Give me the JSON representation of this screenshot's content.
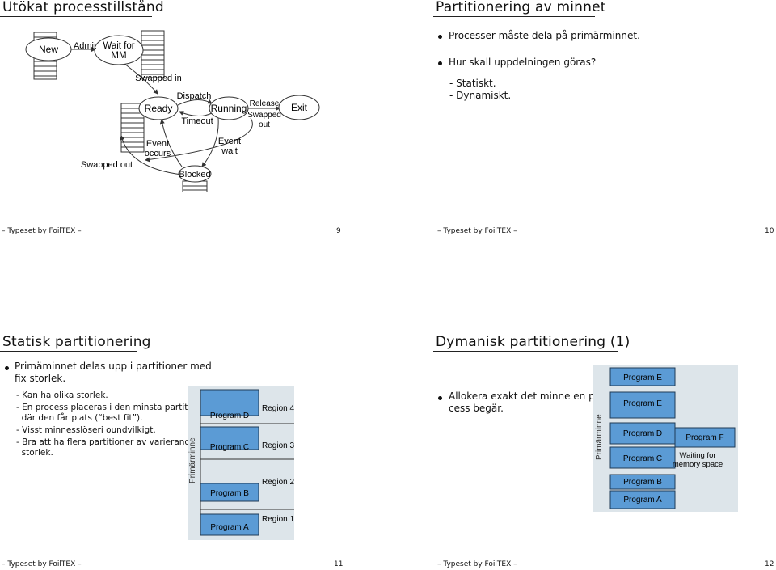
{
  "slides": {
    "tl": {
      "title": "Utökat processtillstånd",
      "footer": "– Typeset by FoilTEX –",
      "page": "9",
      "diagram": {
        "states": {
          "new": "New",
          "wait_mm_1": "Wait for",
          "wait_mm_2": "MM",
          "ready": "Ready",
          "running": "Running",
          "exit": "Exit",
          "blocked": "Blocked"
        },
        "labels": {
          "admit": "Admit",
          "swapped_in": "Swapped in",
          "dispatch": "Dispatch",
          "timeout": "Timeout",
          "release": "Release",
          "swapped_out_1": "Swapped",
          "swapped_out_2": "out",
          "event_occurs_1": "Event",
          "event_occurs_2": "occurs",
          "event_wait_1": "Event",
          "event_wait_2": "wait",
          "swapped_out": "Swapped out"
        }
      }
    },
    "tr": {
      "title": "Partitionering av minnet",
      "footer": "– Typeset by FoilTEX –",
      "page": "10",
      "bullets": [
        "Processer måste dela på primärminnet.",
        "Hur skall uppdelningen göras?"
      ],
      "subs": [
        "- Statiskt.",
        "- Dynamiskt."
      ]
    },
    "bl": {
      "title": "Statisk partitionering",
      "footer": "– Typeset by FoilTEX –",
      "page": "11",
      "bullet_1": "Primäminnet delas upp i partitioner med",
      "bullet_2": "fix storlek.",
      "subs": [
        "- Kan ha olika storlek.",
        "- En process placeras i den minsta partitionen",
        "  där den får plats (“best fit”).",
        "- Visst minnesslöseri oundvilkigt.",
        "- Bra att ha flera partitioner av varierande",
        "  storlek."
      ],
      "figure": {
        "side_label": "Primärminne",
        "programs": [
          "Program D",
          "Program C",
          "Program B",
          "Program A"
        ],
        "regions": [
          "Region 4",
          "Region 3",
          "Region 2",
          "Region 1"
        ]
      }
    },
    "br": {
      "title": "Dymanisk partitionering (1)",
      "footer": "– Typeset by FoilTEX –",
      "page": "12",
      "bullet_1": "Allokera exakt det minne en pro-",
      "bullet_2": "cess begär.",
      "figure": {
        "side_label": "Primärminne",
        "programs": [
          "Program E",
          "Program E",
          "Program D",
          "Program C",
          "Program B",
          "Program A"
        ],
        "program_f": "Program F",
        "waiting_1": "Waiting for",
        "waiting_2": "memory space"
      }
    }
  },
  "colors": {
    "program_box": "#5b9bd5",
    "figure_bg": "#dde5ea",
    "program_box_border": "#1f3b57"
  }
}
